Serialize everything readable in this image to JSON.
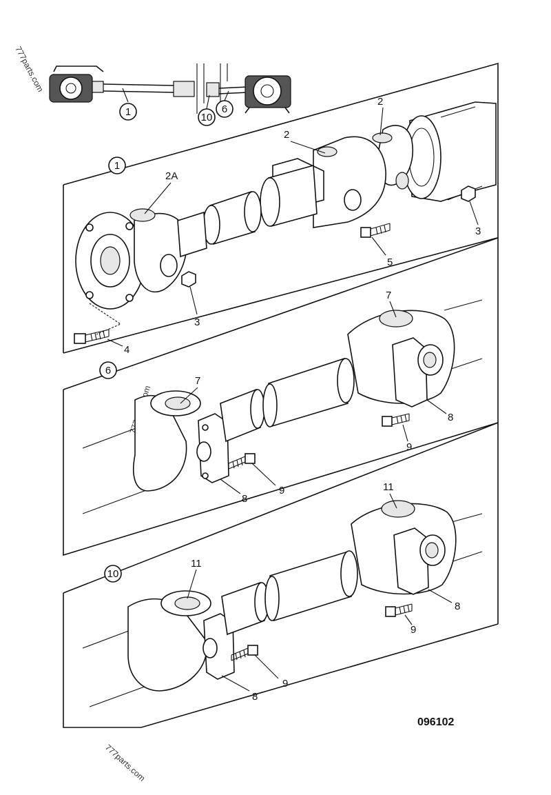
{
  "figure_code": "096102",
  "watermarks": [
    "777parts.com",
    "777parts.com",
    "777parts.com"
  ],
  "callouts": {
    "1": "1",
    "2": "2",
    "2A": "2A",
    "3": "3",
    "4": "4",
    "5": "5",
    "6": "6",
    "7": "7",
    "8": "8",
    "9": "9",
    "10": "10",
    "11": "11"
  }
}
